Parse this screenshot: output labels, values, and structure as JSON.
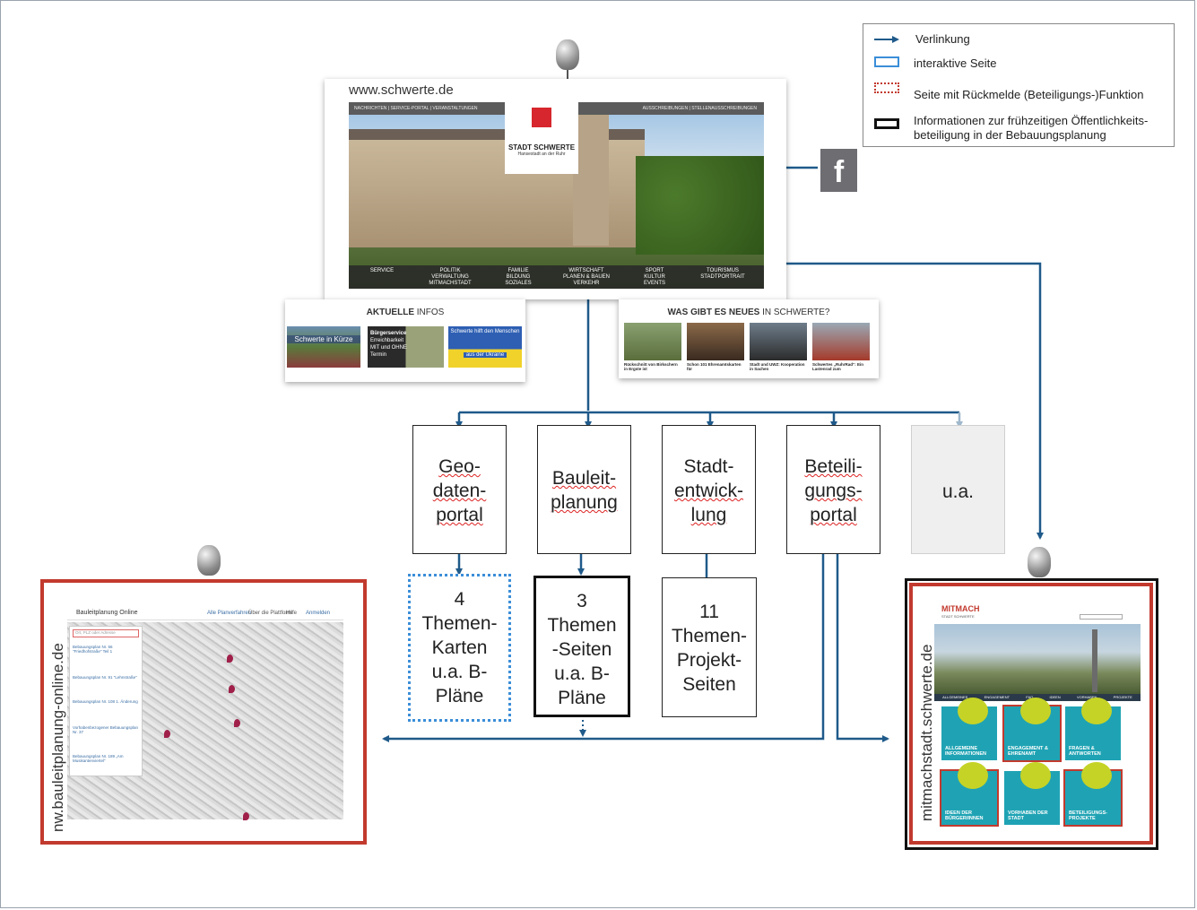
{
  "legend": {
    "link": "Verlinkung",
    "interactive": "interaktive Seite",
    "feedback": "Seite mit Rückmelde (Beteiligungs-)Funktion",
    "info_line1": "Informationen zur frühzeitigen Öffentlichkeits-",
    "info_line2": "beteiligung in der Bebauungsplanung"
  },
  "website": {
    "url": "www.schwerte.de",
    "topbar_left": "NACHRICHTEN | SERVICE-PORTAL | VERANSTALTUNGEN",
    "topbar_right": "AUSSCHREIBUNGEN | STELLENAUSSCHREIBUNGEN",
    "logo_name": "STADT SCHWERTE",
    "logo_sub": "Hansestadt an der Ruhr",
    "nav": [
      {
        "l1": "SERVICE",
        "l2": "",
        "l3": ""
      },
      {
        "l1": "POLITIK",
        "l2": "VERWALTUNG",
        "l3": "MITMACHSTADT"
      },
      {
        "l1": "FAMILIE",
        "l2": "BILDUNG",
        "l3": "SOZIALES"
      },
      {
        "l1": "WIRTSCHAFT",
        "l2": "PLANEN & BAUEN",
        "l3": "VERKEHR"
      },
      {
        "l1": "SPORT",
        "l2": "KULTUR",
        "l3": "EVENTS"
      },
      {
        "l1": "TOURISMUS",
        "l2": "STADTPORTRAIT",
        "l3": ""
      }
    ]
  },
  "facebook": {
    "glyph": "f"
  },
  "aktuelle": {
    "title_bold": "AKTUELLE",
    "title_rest": " INFOS",
    "thumb1": "Schwerte in Kürze",
    "thumb2_l1": "Bürgerservice",
    "thumb2_l2": "Erreichbarkeit",
    "thumb2_l3": "MIT und OHNE",
    "thumb2_l4": "Termin",
    "thumb3_l1": "Schwerte hilft den Menschen",
    "thumb3_l2": "aus der Ukraine"
  },
  "neues": {
    "title_bold": "WAS GIBT ES NEUES",
    "title_rest": " IN SCHWERTE?",
    "captions": [
      "Rückschnitt von Birkschern in Ergste ist",
      "Schon 101 Ehrenamtskarten für",
      "Stadt und UWZ: Kooperation in Sachen",
      "Schwertes „RuhrRad“: Ein Lastenrad zum"
    ]
  },
  "portals": [
    {
      "lines": [
        "Geo-",
        "daten-",
        "portal"
      ]
    },
    {
      "lines": [
        "Bauleit-",
        "planung"
      ]
    },
    {
      "lines": [
        "Stadt-",
        "entwick-",
        "lung"
      ]
    },
    {
      "lines": [
        "Beteili-",
        "gungs-",
        "portal"
      ]
    },
    {
      "lines": [
        "u.a."
      ]
    }
  ],
  "subpages": [
    {
      "lines": [
        "4",
        "Themen-",
        "Karten",
        "u.a. B-",
        "Pläne"
      ]
    },
    {
      "lines": [
        "3",
        "Themen",
        "-Seiten",
        "u.a. B-",
        "Pläne"
      ]
    },
    {
      "lines": [
        "11",
        "Themen-",
        "Projekt-",
        "Seiten"
      ]
    }
  ],
  "bauleitplanung_site": {
    "vertical_url": "nw.bauleitplanung-online.de",
    "header_title": "Bauleitplanung Online",
    "nav1": "Alle Planverfahren",
    "nav2": "Über die Plattform",
    "nav3": "Hilfe",
    "nav4": "Anmelden",
    "search_placeholder": "Ort, PLZ oder Adresse",
    "list": [
      "Bebauungsplan Nr. 56 \"Friedhofstraße\" Teil 1",
      "Bebauungsplan Nr. 91 \"Lehnstraße\"",
      "Bebauungsplan Nr. 108 1. Änderung",
      "Vorhabenbezogener Bebauungsplan Nr. 37",
      "Bebauungsplan Nr. 189 „Am Musikantenviertel“"
    ]
  },
  "mitmach_site": {
    "vertical_url": "mitmachstadt.schwerte.de",
    "logo": "MITMACH",
    "logo_sub": "STADT SCHWERTE",
    "menu": [
      "ALLGEMEINES",
      "ENGAGEMENT",
      "FAQ",
      "IDEEN",
      "VORHABEN",
      "PROJEKTE"
    ],
    "tiles": [
      "ALLGEMEINE INFORMATIONEN",
      "ENGAGEMENT & EHRENAMT",
      "FRAGEN & ANTWORTEN",
      "IDEEN DER BÜRGER/INNEN",
      "VORHABEN DER STADT",
      "BETEILIGUNGS-PROJEKTE"
    ]
  },
  "colors": {
    "arrow": "#1f5a8a",
    "arrow_light": "#9fb8cc",
    "feedback_red": "#c23a2e",
    "interactive_blue": "#3b8ed8"
  }
}
